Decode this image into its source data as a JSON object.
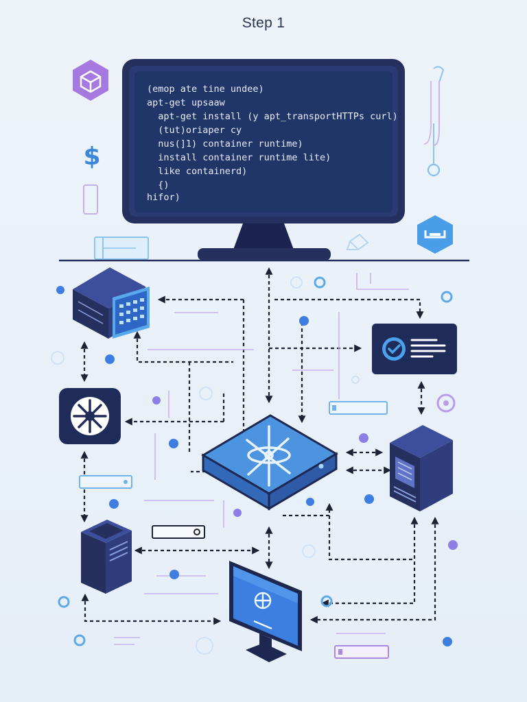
{
  "title": "Step 1",
  "colors": {
    "navy": "#25305e",
    "navy_dark": "#1b2450",
    "screen": "#1f3466",
    "blue": "#3c7fdc",
    "light_blue": "#5aa4e8",
    "purple": "#9b6fd6",
    "lavender": "#c6b6ea",
    "dash": "#1d2233"
  },
  "terminal": {
    "lines": [
      "(emop ate tine undee)",
      "apt-get upsaaw",
      "  apt-get install (y apt_transportHTTPs curl)",
      "  (tut)oriaper cy",
      "  nus(]1) container runtime)",
      "  install container runtime lite)",
      "  like containerd)",
      "  {)",
      "hifor)"
    ]
  },
  "icons": {
    "top_left": "cube-icon",
    "dollar": "dollar-icon",
    "top_right": "stethoscope-icon",
    "hex_right": "hexagon-chat-icon",
    "server_rack": "server-rack-icon",
    "helm": "helm-wheel-icon",
    "router": "network-router-icon",
    "checklist": "checklist-card-icon",
    "tower": "server-tower-icon",
    "small_tower": "small-server-icon",
    "monitor": "monitor-globe-icon"
  }
}
